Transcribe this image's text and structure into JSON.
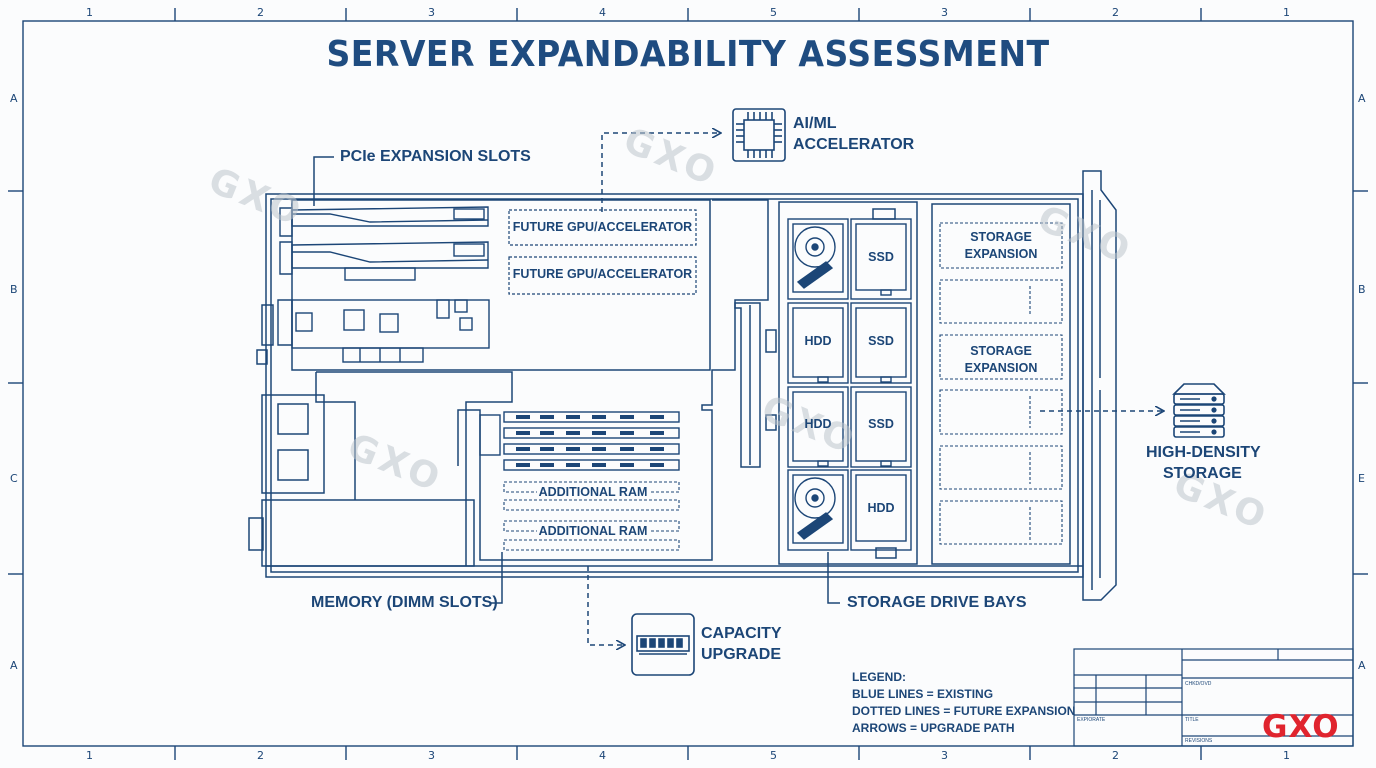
{
  "title": "SERVER EXPANDABILITY ASSESSMENT",
  "frame": {
    "top_numbers": [
      "1",
      "2",
      "3",
      "4",
      "5",
      "3",
      "2",
      "1"
    ],
    "bottom_numbers": [
      "1",
      "2",
      "3",
      "4",
      "5",
      "3",
      "2",
      "1"
    ],
    "left_letters": [
      "A",
      "B",
      "C",
      "A"
    ],
    "right_letters": [
      "A",
      "B",
      "E",
      "A"
    ]
  },
  "callouts": {
    "pcie": "PCIe EXPANSION SLOTS",
    "ai_line1": "AI/ML",
    "ai_line2": "ACCELERATOR",
    "memory": "MEMORY (DIMM SLOTS)",
    "capacity_line1": "CAPACITY",
    "capacity_line2": "UPGRADE",
    "storage_bays": "STORAGE DRIVE BAYS",
    "hd_line1": "HIGH-DENSITY",
    "hd_line2": "STORAGE"
  },
  "slots": {
    "gpu1": "FUTURE GPU/ACCELERATOR",
    "gpu2": "FUTURE GPU/ACCELERATOR",
    "ram1": "ADDITIONAL RAM",
    "ram2": "ADDITIONAL RAM"
  },
  "drives": {
    "b1": "SSD",
    "c1": "HDD",
    "c2": "SSD",
    "d1": "HDD",
    "d2": "SSD",
    "e2": "HDD"
  },
  "expansion": {
    "e1_line1": "STORAGE",
    "e1_line2": "EXPANSION",
    "e3_line1": "STORAGE",
    "e3_line2": "EXPANSION"
  },
  "legend": {
    "heading": "LEGEND:",
    "line1": "BLUE LINES = EXISTING",
    "line2": "DOTTED LINES = FUTURE EXPANSION",
    "line3": "ARROWS = UPGRADE PATH"
  },
  "title_block": {
    "cell_a": "CHKD/OVD",
    "cell_b": "EXPIORATE",
    "cell_c": "TITLE",
    "cell_d": "REVISIONS"
  },
  "watermark": "GXO",
  "logo": "GXO",
  "colors": {
    "ink": "#1c4677",
    "background": "#fbfcfd",
    "logo": "#e0242e",
    "watermark": "#c0c5cc"
  },
  "icons": [
    "chip-icon",
    "ram-module-icon",
    "server-stack-icon",
    "hard-disk-platter-icon"
  ]
}
